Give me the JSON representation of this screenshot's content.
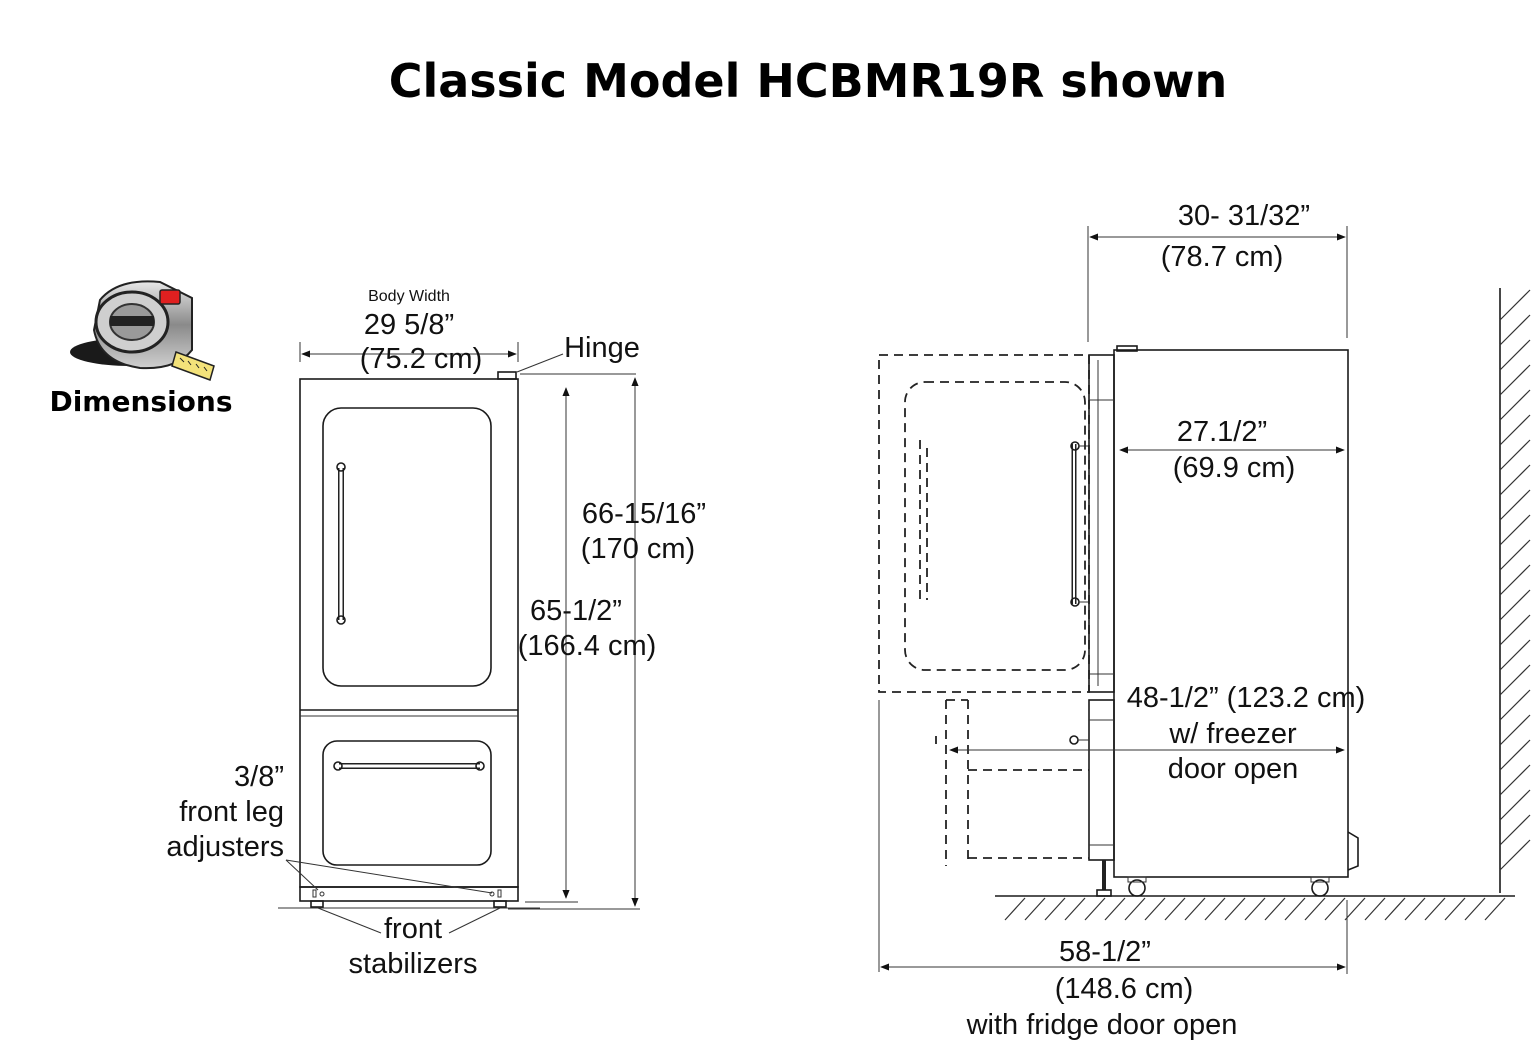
{
  "title": "Classic Model HCBMR19R shown",
  "badge": {
    "label": "Dimensions",
    "icon": "tape-measure-icon"
  },
  "front_view": {
    "body_width_caption": "Body Width",
    "body_width": "29 5/8”",
    "body_width_cm": "(75.2 cm)",
    "hinge": "Hinge",
    "height_total": "66-15/16”",
    "height_total_cm": "(170 cm)",
    "height_body": "65-1/2”",
    "height_body_cm": "(166.4 cm)",
    "leg_adjusters": [
      "3/8”",
      "front leg",
      "adjusters"
    ],
    "stabilizers": [
      "front",
      "stabilizers"
    ]
  },
  "side_view": {
    "overall_depth": "30- 31/32”",
    "overall_depth_cm": "(78.7 cm)",
    "body_depth": "27.1/2”",
    "body_depth_cm": "(69.9 cm)",
    "freezer_open": [
      "48-1/2” (123.2 cm)",
      "w/ freezer",
      "door open"
    ],
    "fridge_open": [
      "58-1/2”",
      "(148.6 cm)",
      "with fridge door open"
    ]
  }
}
